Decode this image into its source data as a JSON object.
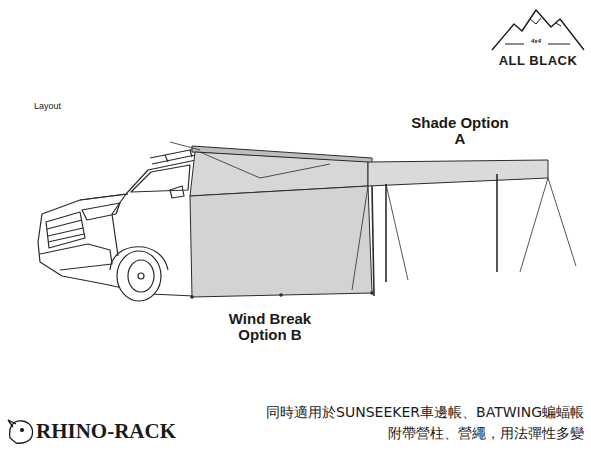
{
  "diagram": {
    "labels": [
      "Layout",
      "4x4",
      "ALL BLACK",
      "Shade Option A",
      "Wind Break Option B",
      "RHINO-RACK",
      "同時適用於SUNSEEKER車邊帳、BATWING蝙蝠帳",
      "附帶營柱、營繩，用法彈性多變"
    ]
  }
}
